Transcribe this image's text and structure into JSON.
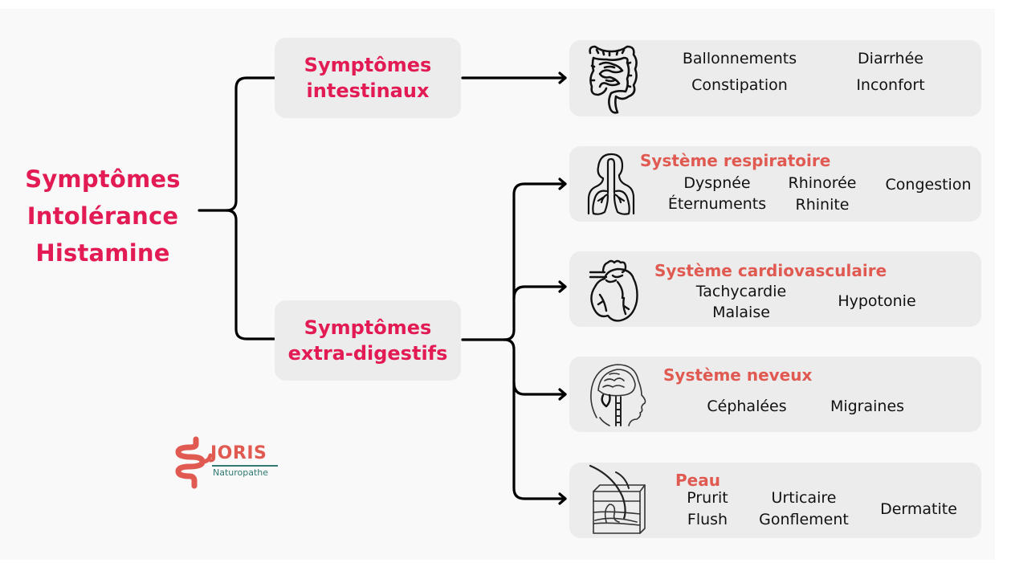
{
  "diagram": {
    "title_lines": [
      "Symptômes",
      "Intolérance",
      "Histamine"
    ],
    "colors": {
      "title": "#e31b54",
      "system_heading": "#e05a52",
      "box_fill": "#ececec",
      "canvas": "#f9f9f9",
      "connector": "#000000",
      "logo_accent": "#2f7a72"
    },
    "categories": [
      {
        "label_lines": [
          "Symptômes",
          "intestinaux"
        ],
        "groups": [
          {
            "heading": "",
            "icon": "intestine-icon",
            "symptoms": [
              "Ballonnements",
              "Diarrhée",
              "Constipation",
              "Inconfort"
            ]
          }
        ]
      },
      {
        "label_lines": [
          "Symptômes",
          "extra-digestifs"
        ],
        "groups": [
          {
            "heading": "Système respiratoire",
            "icon": "lungs-icon",
            "symptoms": [
              "Dyspnée",
              "Rhinorée",
              "Congestion",
              "Éternuments",
              "Rhinite"
            ]
          },
          {
            "heading": "Système cardiovasculaire",
            "icon": "heart-icon",
            "symptoms": [
              "Tachycardie",
              "Malaise",
              "Hypotonie"
            ]
          },
          {
            "heading": "Système neveux",
            "icon": "brain-head-icon",
            "symptoms": [
              "Céphalées",
              "Migraines"
            ]
          },
          {
            "heading": "Peau",
            "icon": "skin-icon",
            "symptoms": [
              "Prurit",
              "Urticaire",
              "Dermatite",
              "Flush",
              "Gonflement"
            ]
          }
        ]
      }
    ]
  },
  "logo": {
    "name": "JORIS",
    "subtitle": "Naturopathe",
    "icon": "intestine-logo-icon"
  }
}
